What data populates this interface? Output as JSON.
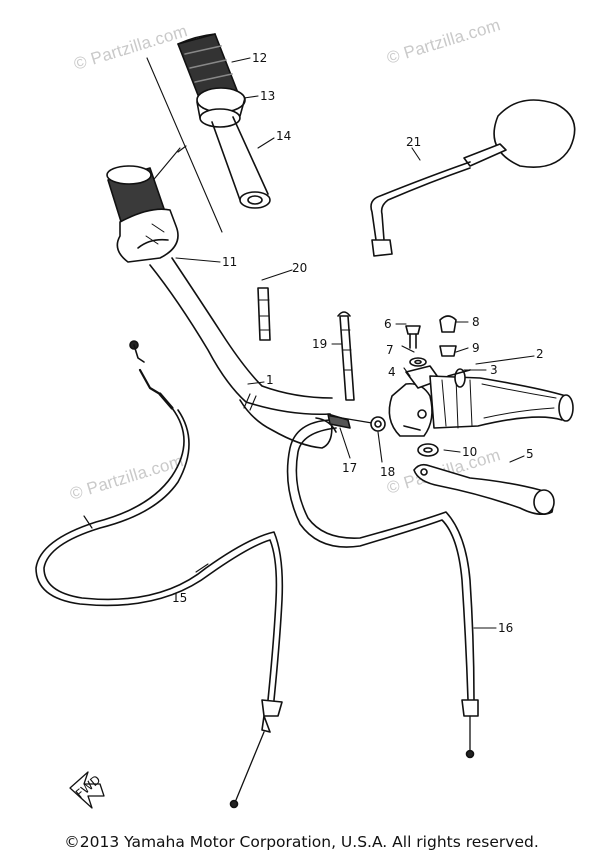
{
  "watermarks": {
    "top_left": "© Partzilla.com",
    "top_right": "© Partzilla.com",
    "mid_left": "© Partzilla.com",
    "mid_right": "© Partzilla.com"
  },
  "callouts": {
    "c1": "1",
    "c2": "2",
    "c3": "3",
    "c4": "4",
    "c5": "5",
    "c6": "6",
    "c7": "7",
    "c8": "8",
    "c9": "9",
    "c10": "10",
    "c11": "11",
    "c12": "12",
    "c13": "13",
    "c14": "14",
    "c15": "15",
    "c16": "16",
    "c17": "17",
    "c18": "18",
    "c19": "19",
    "c20": "20",
    "c21": "21"
  },
  "fwd_label": "FWD",
  "copyright": "©2013  Yamaha Motor Corporation, U.S.A. All rights reserved."
}
